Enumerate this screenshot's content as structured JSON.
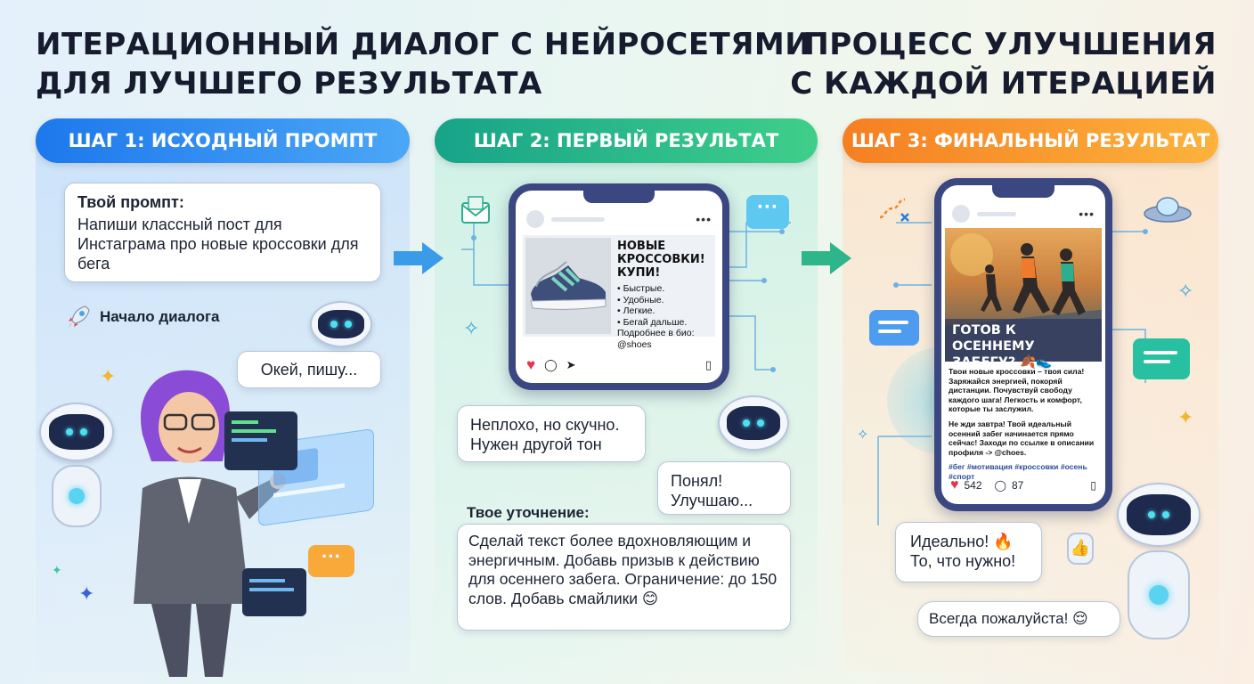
{
  "header": {
    "left_title_line1": "ИТЕРАЦИОННЫЙ ДИАЛОГ С НЕЙРОСЕТЯМИ",
    "left_title_line2": "ДЛЯ ЛУЧШЕГО РЕЗУЛЬТАТА",
    "right_title_line1": "ПРОЦЕСС УЛУЧШЕНИЯ",
    "right_title_line2": "С КАЖДОЙ ИТЕРАЦИЕЙ"
  },
  "step1": {
    "label": "ШАГ 1: ИСХОДНЫЙ ПРОМПТ",
    "prompt_label": "Твой промпт:",
    "prompt_text": "Напиши классный пост для Инстаграма про новые кроссовки для бега",
    "start_label": "Начало диалога",
    "bot_reply": "Окей, пишу..."
  },
  "step2": {
    "label": "ШАГ 2: ПЕРВЫЙ РЕЗУЛЬТАТ",
    "post_headline": "НОВЫЕ КРОССОВКИ! КУПИ!",
    "post_bullets": [
      "• Быстрые.",
      "• Удобные.",
      "• Легкие.",
      "• Бегай дальше."
    ],
    "post_more": "Подробнее в био: @shoes",
    "user_feedback_line1": "Неплохо, но скучно.",
    "user_feedback_line2": "Нужен другой тон",
    "bot_reply_line1": "Понял!",
    "bot_reply_line2": "Улучшаю...",
    "refine_label": "Твое уточнение:",
    "refine_text": "Сделай текст более вдохновляющим и энергичным. Добавь призыв к действию для осеннего забега. Ограничение: до 150 слов. Добавь смайлики 😊"
  },
  "step3": {
    "label": "ШАГ 3: ФИНАЛЬНЫЙ РЕЗУЛЬТАТ",
    "post_caption": "ГОТОВ К ОСЕННЕМУ ЗАБЕГУ? 🍂👟",
    "post_para1": "Твои новые кроссовки – твоя сила! Заряжайся энергией, покоряй дистанции. Почувствуй свободу каждого шага! Легкость и комфорт, которые ты заслужил.",
    "post_para2": "Не жди завтра! Твой идеальный осенний забег начинается прямо сейчас! Заходи по ссылке в описании профиля -> @chоes.",
    "post_tags": "#бег #мотивация #кроссовки #осень #спорт",
    "likes": "542",
    "comments": "87",
    "user_reply_line1": "Идеально! 🔥",
    "user_reply_line2": "То, что нужно!",
    "bot_reply": "Всегда пожалуйста! 😌"
  },
  "colors": {
    "step1": "#1d78ec",
    "step2": "#17a389",
    "step3": "#f57f22",
    "phone_frame": "#3b4780"
  }
}
